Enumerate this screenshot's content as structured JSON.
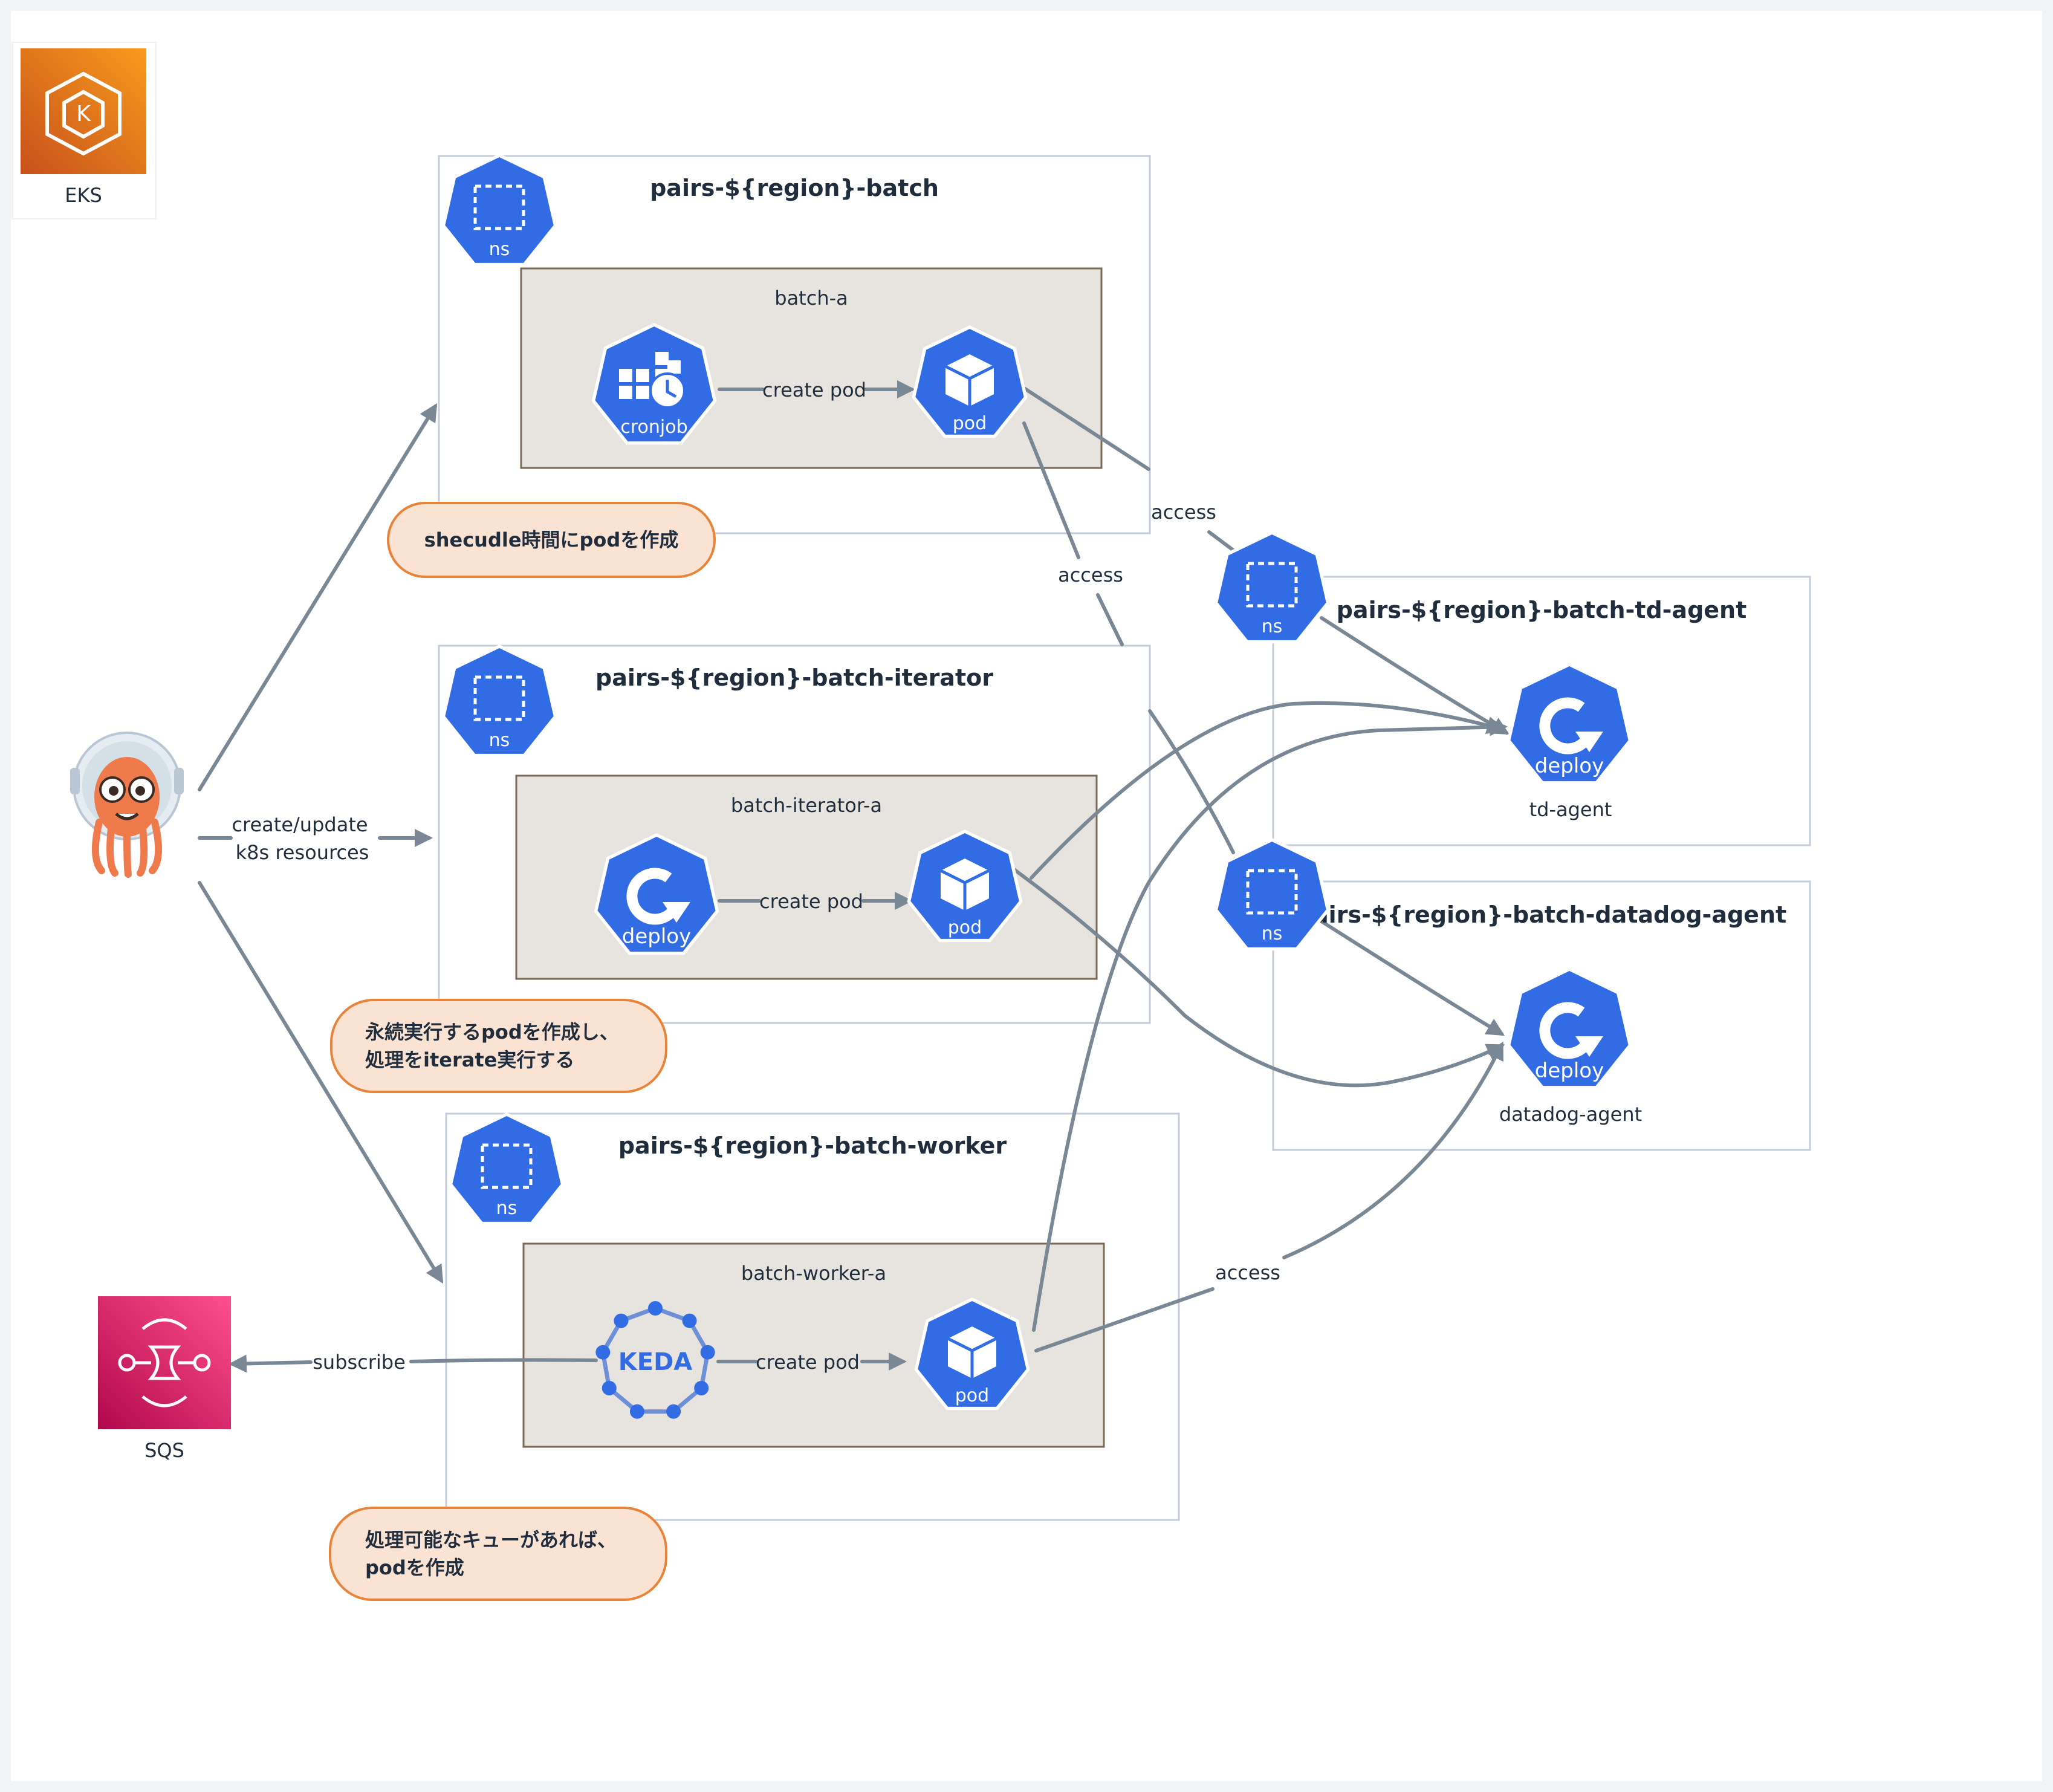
{
  "eks": {
    "label": "EKS"
  },
  "sqs": {
    "label": "SQS"
  },
  "namespaces": {
    "batch": {
      "title": "pairs-${region}-batch"
    },
    "iterator": {
      "title": "pairs-${region}-batch-iterator"
    },
    "worker": {
      "title": "pairs-${region}-batch-worker"
    },
    "td": {
      "title": "pairs-${region}-batch-td-agent"
    },
    "datadog": {
      "title": "pairs-${region}-batch-datadog-agent"
    }
  },
  "groups": {
    "batch_a": "batch-a",
    "iterator_a": "batch-iterator-a",
    "worker_a": "batch-worker-a"
  },
  "icons": {
    "ns": "ns",
    "pod": "pod",
    "deploy": "deploy",
    "cronjob": "cronjob",
    "keda": "KEDA"
  },
  "agents": {
    "td": "td-agent",
    "datadog": "datadog-agent"
  },
  "edges": {
    "create_pod": "create pod",
    "create_update_1": "create/update",
    "create_update_2": "k8s resources",
    "access": "access",
    "subscribe": "subscribe"
  },
  "notes": {
    "batch": "shecudle時間にpodを作成",
    "iterator_1": "永続実行するpodを作成し、",
    "iterator_2": "処理をiterate実行する",
    "worker_1": "処理可能なキューがあれば、",
    "worker_2": "podを作成"
  },
  "colors": {
    "k8s_blue": "#326ce5",
    "edge": "#7a8795",
    "group_fill": "#e7e3de",
    "group_border": "#7a6a55",
    "note_fill": "#fbe3d4",
    "note_border": "#e8833a",
    "sqs": "#d6246e",
    "eks": "#e8721c",
    "argo": "#ef7b4d"
  }
}
